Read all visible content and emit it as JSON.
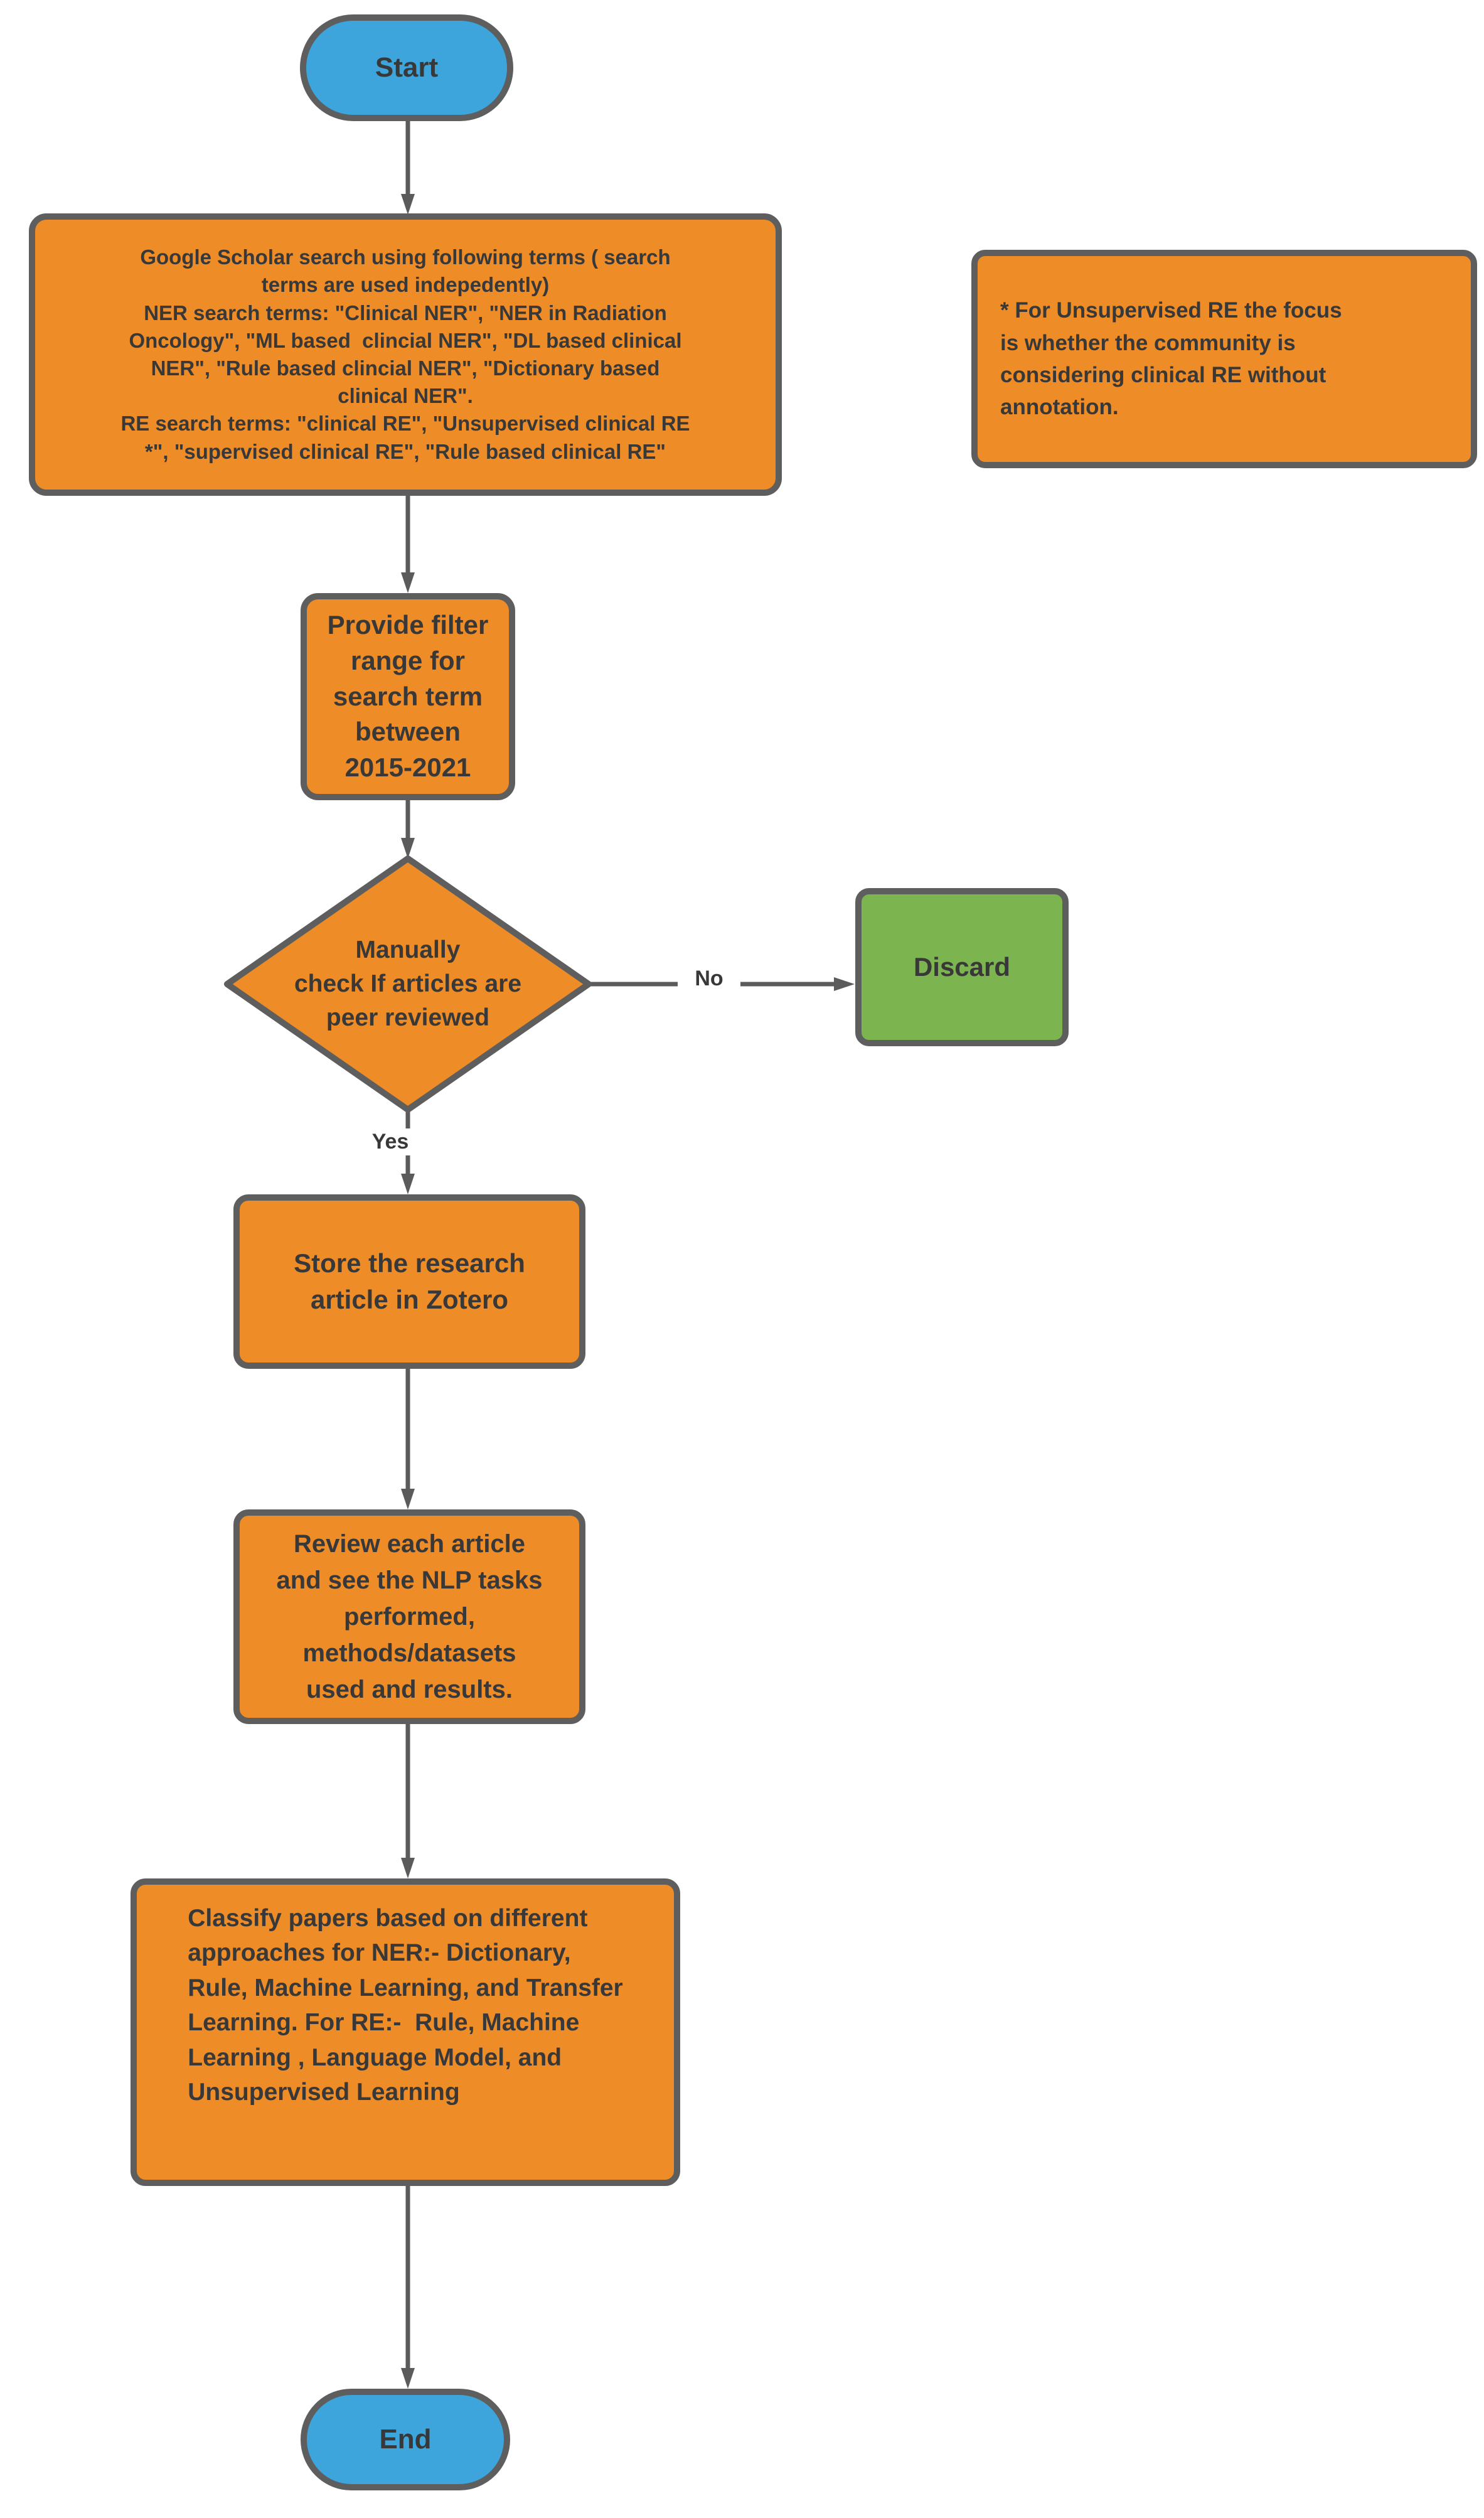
{
  "diagram": {
    "type": "flowchart",
    "colors": {
      "process_fill": "#ee8c28",
      "terminator_fill": "#3da5db",
      "discard_fill": "#7cb450",
      "border_gray": "#5e5e5e",
      "text": "#383838",
      "background": "#ffffff"
    },
    "nodes": {
      "start": {
        "label": "Start"
      },
      "search": {
        "label": "Google Scholar search using following terms ( search\nterms are used indepedently)\nNER search terms: \"Clinical NER\", \"NER in Radiation\nOncology\", \"ML based  clincial NER\", \"DL based clinical\nNER\", \"Rule based clincial NER\", \"Dictionary based\nclinical NER\".\nRE search terms: \"clinical RE\", \"Unsupervised clinical RE\n*\", \"supervised clinical RE\", \"Rule based clinical RE\""
      },
      "note": {
        "label": "* For Unsupervised RE the focus\nis whether the community is\nconsidering clinical RE without\nannotation."
      },
      "filter": {
        "label": "Provide filter\nrange for\nsearch term\nbetween\n2015-2021"
      },
      "peer_check": {
        "label": "Manually\ncheck If articles are\npeer reviewed"
      },
      "discard": {
        "label": "Discard"
      },
      "store": {
        "label": "Store the research\narticle in Zotero"
      },
      "review": {
        "label": "Review each article\nand see the NLP tasks\nperformed,\nmethods/datasets\nused and results."
      },
      "classify": {
        "label": "Classify papers based on different\napproaches for NER:- Dictionary,\nRule, Machine Learning, and Transfer\nLearning. For RE:-  Rule, Machine\nLearning , Language Model, and\nUnsupervised Learning"
      },
      "end": {
        "label": "End"
      }
    },
    "edges": {
      "yes_label": "Yes",
      "no_label": "No"
    }
  }
}
